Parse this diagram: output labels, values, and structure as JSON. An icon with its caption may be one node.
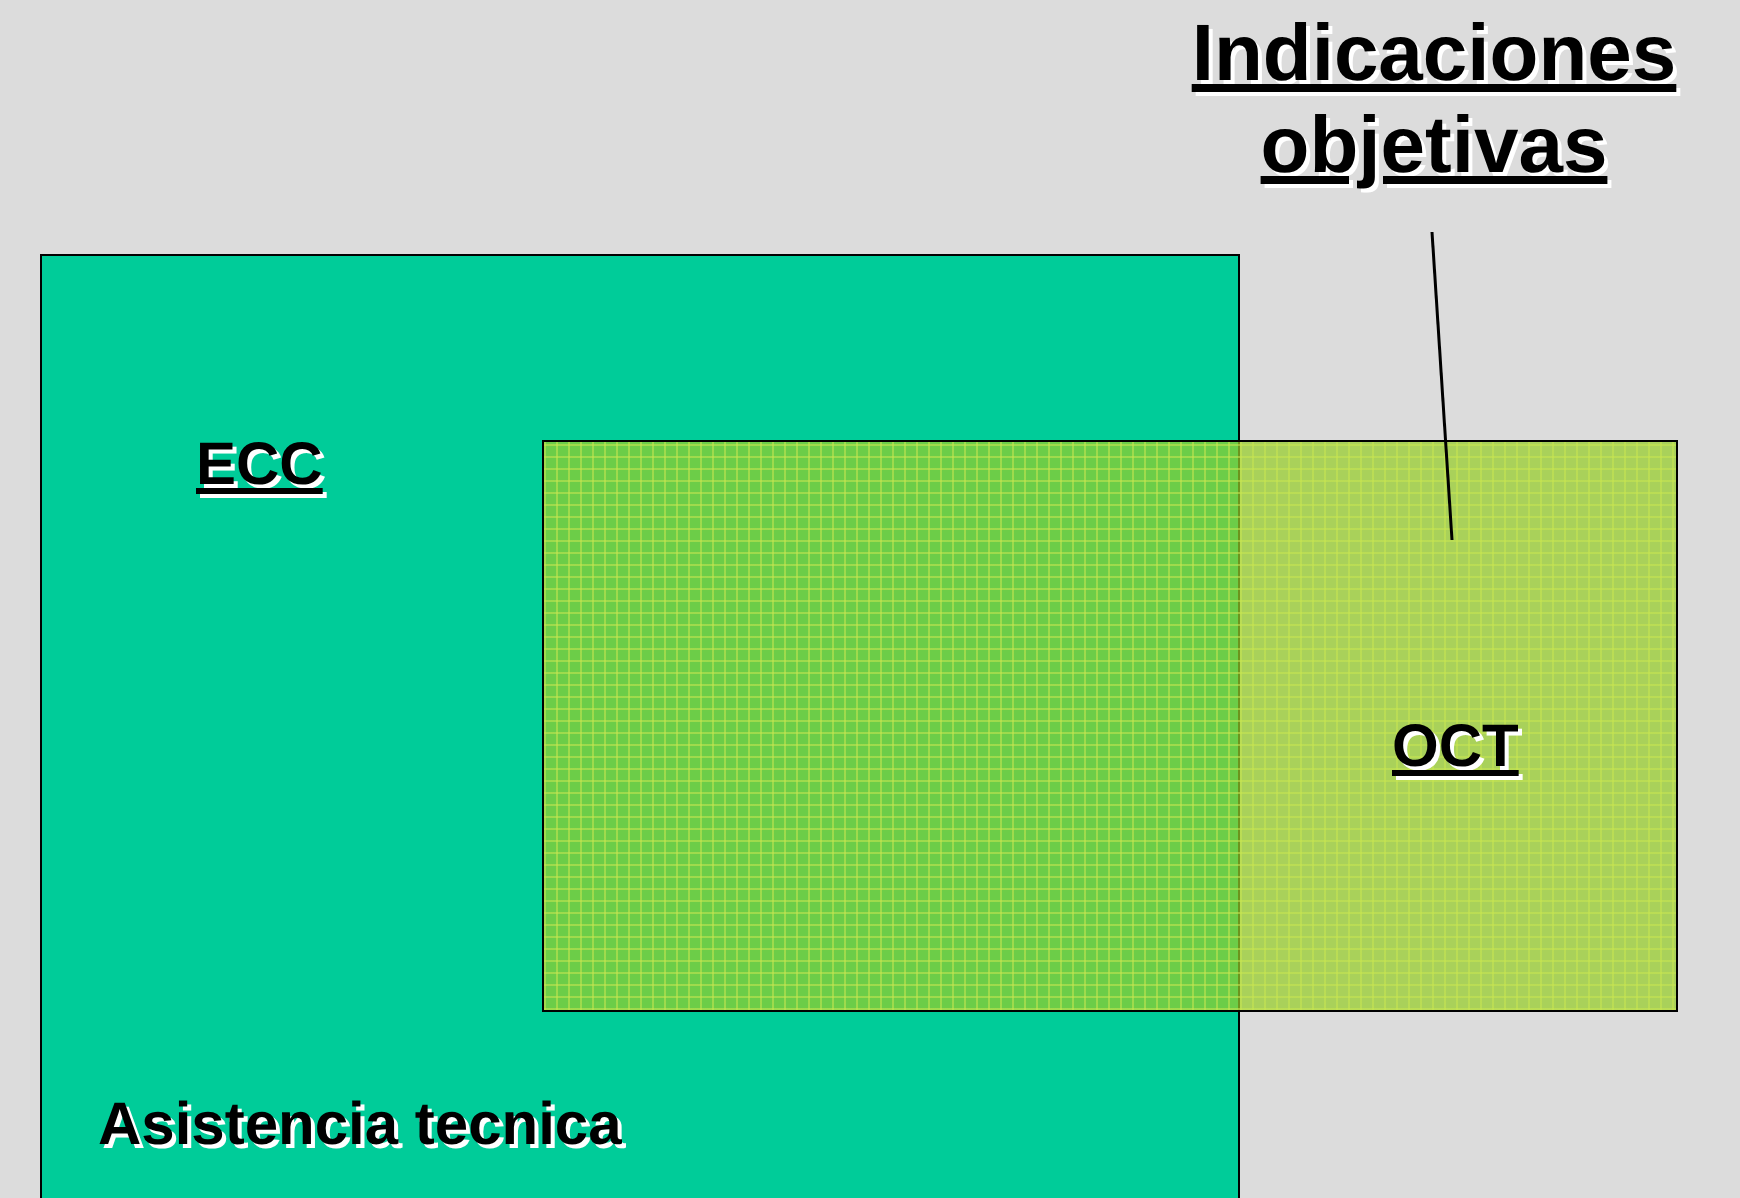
{
  "diagram": {
    "nodes": [
      {
        "text": [
          "ECC",
          "Asistencia tecnica"
        ]
      },
      {
        "text": [
          "OCT"
        ]
      },
      {
        "text": [
          "Indicaciones objetivas"
        ]
      }
    ],
    "edges": [
      {
        "from": 2,
        "to": 1,
        "arrow": "none"
      }
    ]
  }
}
